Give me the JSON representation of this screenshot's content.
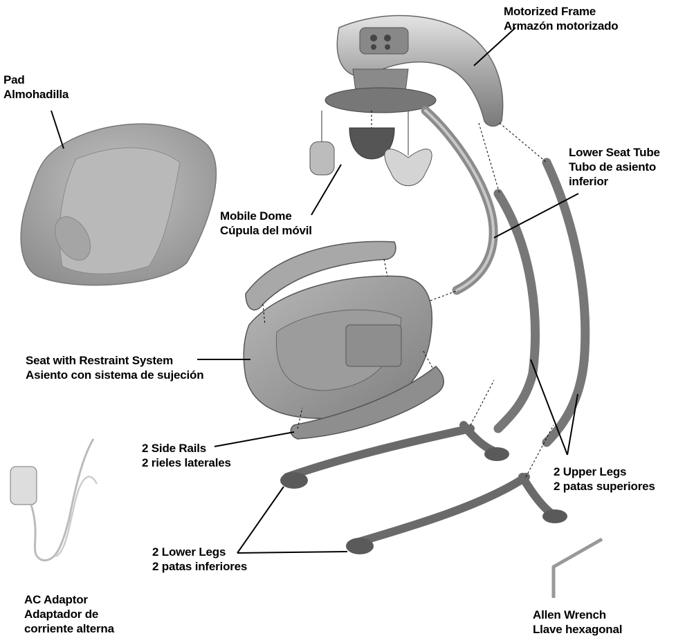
{
  "labels": {
    "pad": {
      "en": "Pad",
      "es": "Almohadilla"
    },
    "motorized_frame": {
      "en": "Motorized Frame",
      "es": "Armazón motorizado"
    },
    "lower_seat_tube": {
      "en": "Lower Seat Tube",
      "es1": "Tubo de asiento",
      "es2": "inferior"
    },
    "mobile_dome": {
      "en": "Mobile Dome",
      "es": "Cúpula del móvil"
    },
    "seat": {
      "en": "Seat with Restraint System",
      "es": "Asiento con sistema de sujeción"
    },
    "side_rails": {
      "en": "2 Side Rails",
      "es": "2 rieles laterales"
    },
    "upper_legs": {
      "en": "2 Upper Legs",
      "es": "2 patas superiores"
    },
    "lower_legs": {
      "en": "2 Lower Legs",
      "es": "2 patas inferiores"
    },
    "ac_adaptor": {
      "en": "AC Adaptor",
      "es1": "Adaptador de",
      "es2": "corriente alterna"
    },
    "allen_wrench": {
      "en": "Allen Wrench",
      "es": "Llave hexagonal"
    }
  },
  "colors": {
    "part_fill": "#9a9a9a",
    "part_dark": "#6e6e6e",
    "part_light": "#cfcfcf",
    "leader": "#000000"
  }
}
